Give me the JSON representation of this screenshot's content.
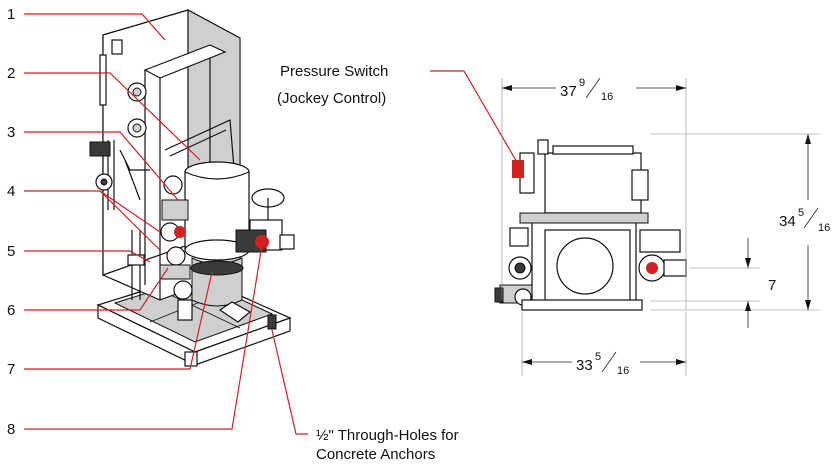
{
  "callouts": [
    "1",
    "2",
    "3",
    "4",
    "5",
    "6",
    "7",
    "8"
  ],
  "pressure_switch": {
    "line1": "Pressure Switch",
    "line2": "(Jockey Control)"
  },
  "anchor_holes": {
    "fraction": "½",
    "line1_rest": "\" Through-Holes for",
    "line2": "Concrete Anchors"
  },
  "dimensions": {
    "width_top": {
      "whole": "37",
      "num": "9",
      "den": "16"
    },
    "height_right": {
      "whole": "34",
      "num": "5",
      "den": "16"
    },
    "width_bottom": {
      "whole": "33",
      "num": "5",
      "den": "16"
    },
    "offset": "7"
  },
  "colors": {
    "callout": "#d42020",
    "line": "#111111",
    "fill_gray": "#cfcfcf"
  }
}
